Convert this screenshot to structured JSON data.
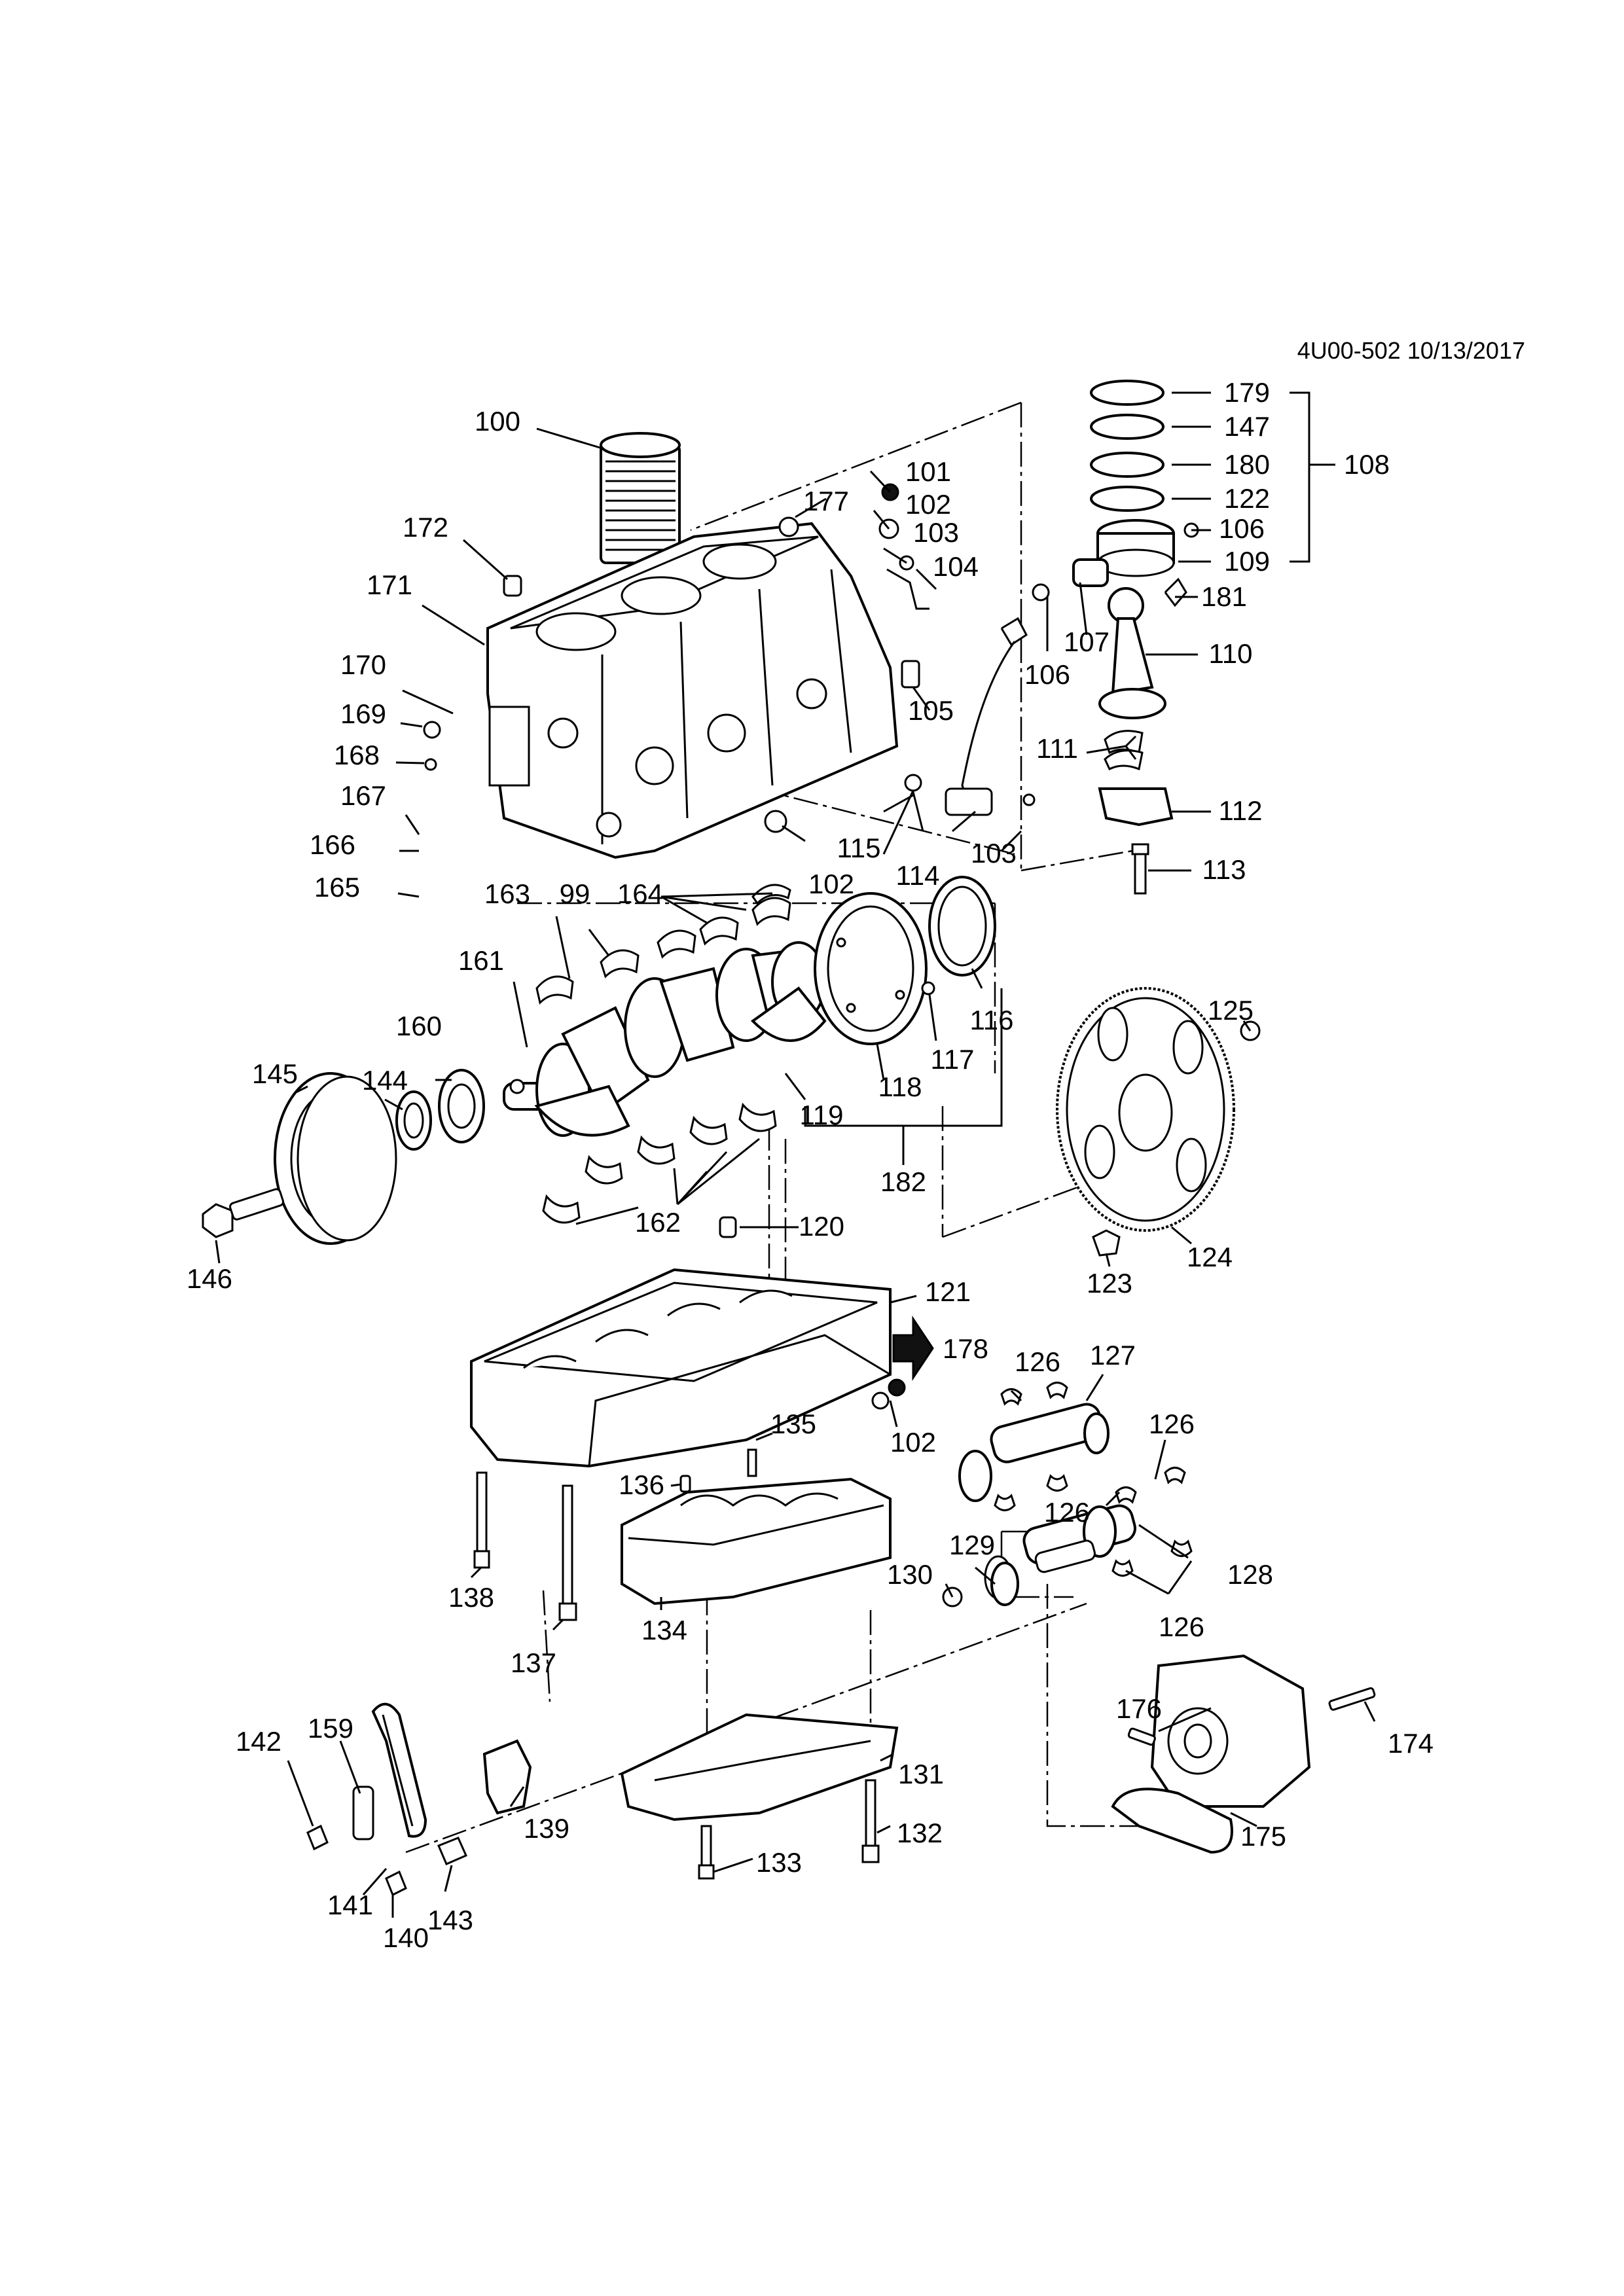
{
  "diagram": {
    "reference": "4U00-502 10/13/2017",
    "callouts": [
      "99",
      "100",
      "101",
      "102",
      "103",
      "104",
      "105",
      "106",
      "107",
      "108",
      "109",
      "110",
      "111",
      "112",
      "113",
      "114",
      "115",
      "116",
      "117",
      "118",
      "119",
      "120",
      "121",
      "122",
      "123",
      "124",
      "125",
      "126",
      "127",
      "128",
      "129",
      "130",
      "131",
      "132",
      "133",
      "134",
      "135",
      "136",
      "137",
      "138",
      "139",
      "140",
      "141",
      "142",
      "143",
      "144",
      "145",
      "146",
      "147",
      "159",
      "160",
      "161",
      "162",
      "163",
      "164",
      "165",
      "166",
      "167",
      "168",
      "169",
      "170",
      "171",
      "172",
      "174",
      "175",
      "176",
      "177",
      "178",
      "179",
      "180",
      "181",
      "182"
    ]
  },
  "icons": {
    "direction_arrow": "arrow-right-icon"
  }
}
